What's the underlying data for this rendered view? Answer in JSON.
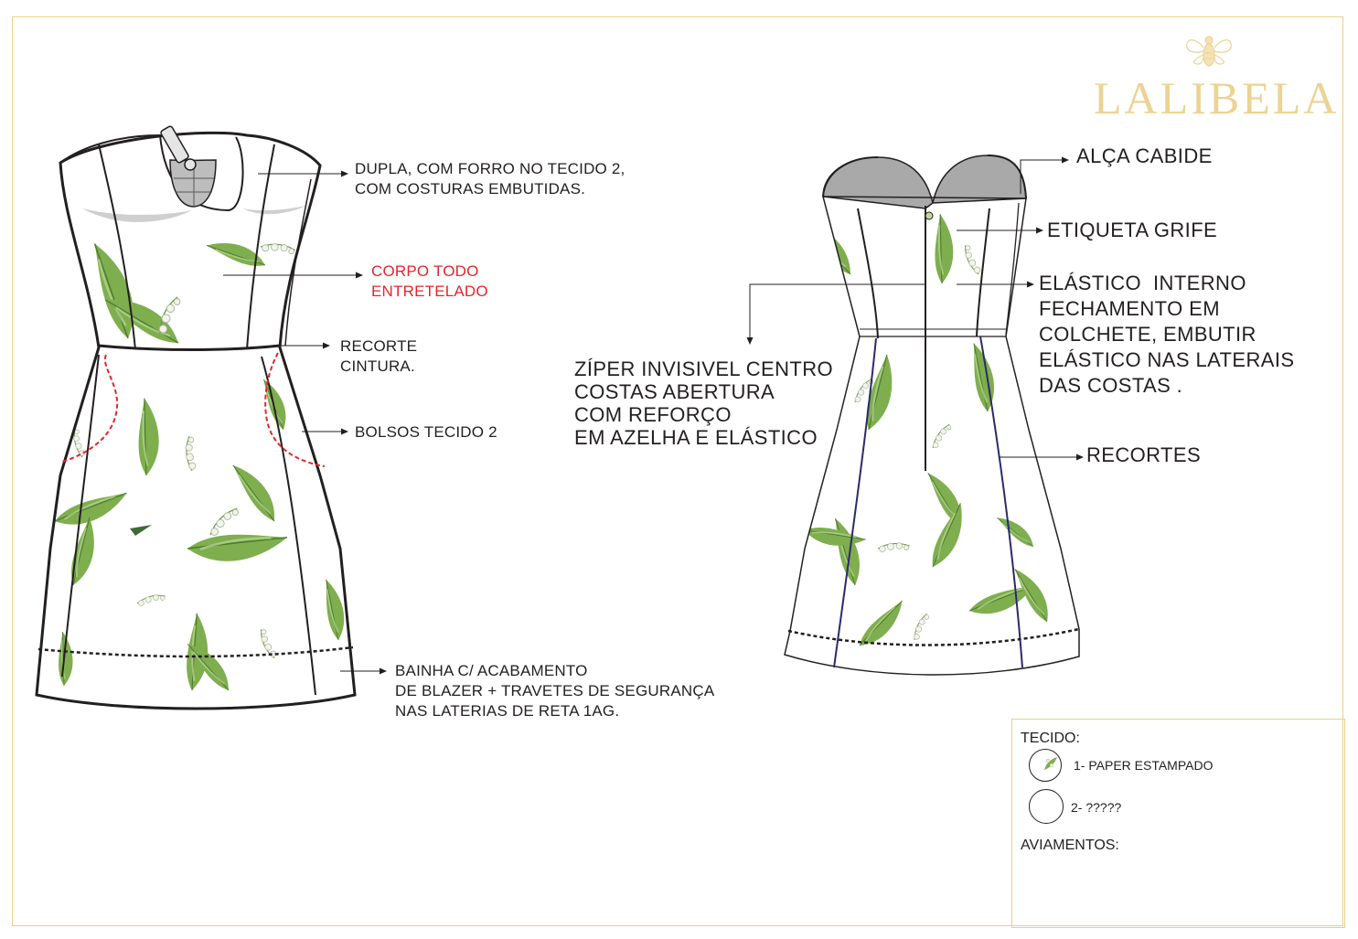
{
  "brand": {
    "name": "LALIBELA",
    "icon": "bee-icon"
  },
  "front": {
    "labels": {
      "bodice": "DUPLA, COM FORRO NO TECIDO 2,\nCOM COSTURAS EMBUTIDAS.",
      "interfacing": "CORPO TODO\nENTRETELADO",
      "waist": "RECORTE\nCINTURA.",
      "pockets": "BOLSOS TECIDO 2",
      "hem": "BAINHA C/ ACABAMENTO\nDE BLAZER + TRAVETES DE SEGURANÇA\nNAS LATERIAS DE RETA 1AG."
    }
  },
  "back": {
    "labels": {
      "hanger_strap": "ALÇA CABIDE",
      "brand_tag": "ETIQUETA GRIFE",
      "elastic": "ELÁSTICO  INTERNO\nFECHAMENTO EM\nCOLCHETE, EMBUTIR\nELÁSTICO NAS LATERAIS\nDAS COSTAS .",
      "zipper": "ZÍPER INVISIVEL CENTRO\nCOSTAS ABERTURA\nCOM REFORÇO\nEM AZELHA E ELÁSTICO",
      "seams": "RECORTES"
    }
  },
  "legend": {
    "fabric_title": "TECIDO:",
    "fabric_1": "1- PAPER ESTAMPADO",
    "fabric_2": "2- ?????",
    "trims_title": "AVIAMENTOS:"
  },
  "colors": {
    "frame": "#e9cf86",
    "brand": "#ecd394",
    "accent_red": "#e3262c",
    "seam_navy": "#2b2a6b",
    "leaf_green": "#7fae4f"
  }
}
